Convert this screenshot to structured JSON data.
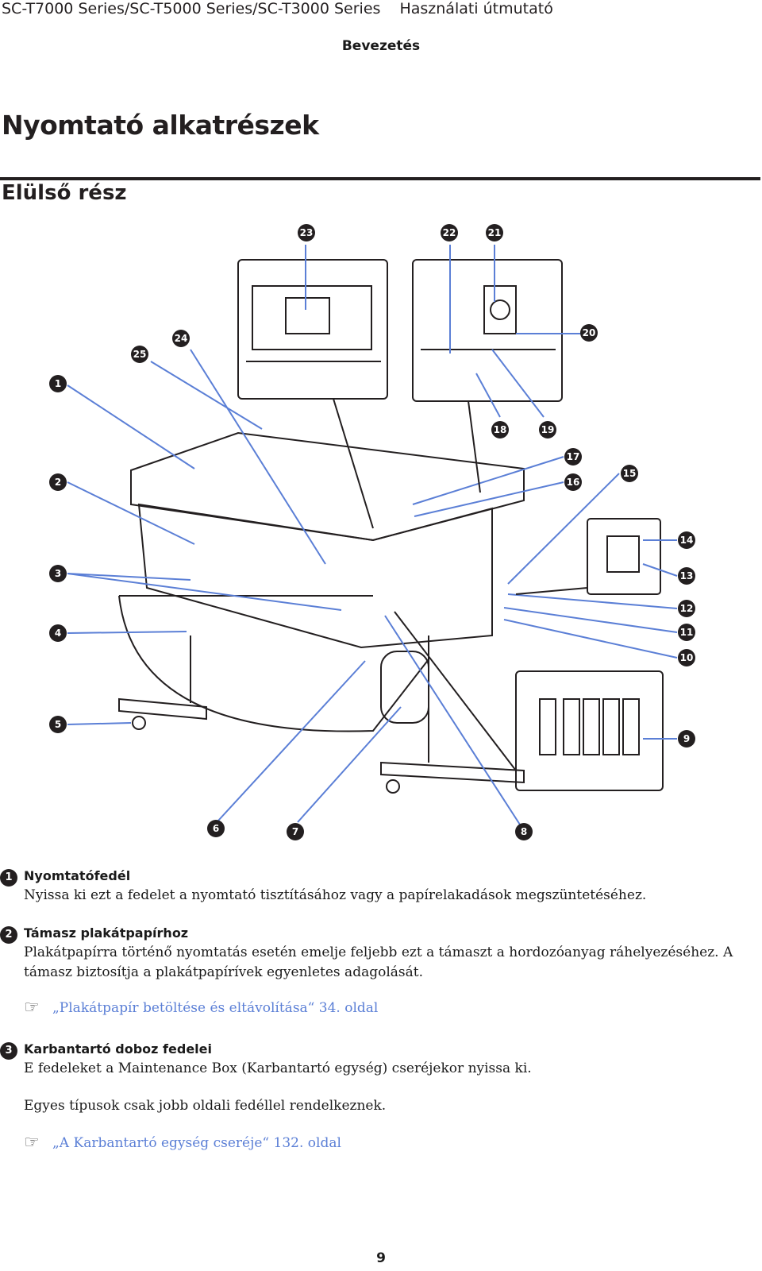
{
  "header": {
    "series": "SC-T7000 Series/SC-T5000 Series/SC-T3000 Series",
    "guide": "Használati útmutató"
  },
  "section": "Bevezetés",
  "title": "Nyomtató alkatrészek",
  "subtitle": "Elülső rész",
  "callouts": [
    "1",
    "2",
    "3",
    "4",
    "5",
    "6",
    "7",
    "8",
    "9",
    "10",
    "11",
    "12",
    "13",
    "14",
    "15",
    "16",
    "17",
    "18",
    "19",
    "20",
    "21",
    "22",
    "23",
    "24",
    "25"
  ],
  "items": [
    {
      "num": "1",
      "title": "Nyomtatófedél",
      "text": "Nyissa ki ezt a fedelet a nyomtató tisztításához vagy a papírelakadások megszüntetéséhez."
    },
    {
      "num": "2",
      "title": "Támasz plakátpapírhoz",
      "text": "Plakátpapírra történő nyomtatás esetén emelje feljebb ezt a támaszt a hordozóanyag ráhelyezéséhez. A támasz biztosítja a plakátpapírívek egyenletes adagolását.",
      "link": "„Plakátpapír betöltése és eltávolítása“ 34. oldal"
    },
    {
      "num": "3",
      "title": "Karbantartó doboz fedelei",
      "text": "E fedeleket a Maintenance Box (Karbantartó egység) cseréjekor nyissa ki.",
      "text2": "Egyes típusok csak jobb oldali fedéllel rendelkeznek.",
      "link": "„A Karbantartó egység cseréje“ 132. oldal"
    }
  ],
  "page_number": "9",
  "colors": {
    "accent": "#5b7fd6",
    "ink": "#231f20"
  }
}
